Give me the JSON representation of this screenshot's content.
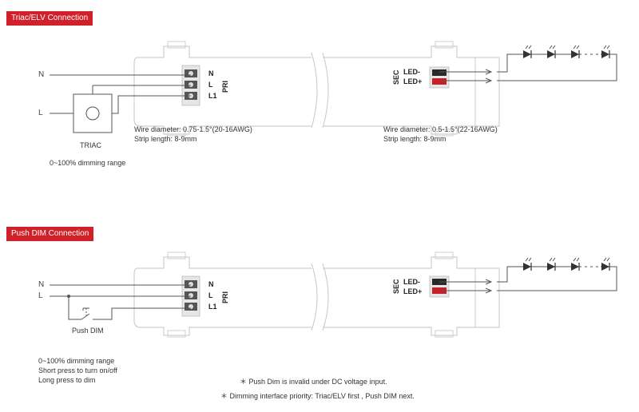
{
  "sections": [
    {
      "tag": "Triac/ELV Connection",
      "input_labels": [
        "N",
        "L"
      ],
      "switch_label": "TRIAC",
      "range_note": "0~100% dimming range",
      "extra_notes": [],
      "pri_terminals": [
        "N",
        "L",
        "L1"
      ],
      "pri_label": "PRI",
      "sec_label": "SEC",
      "sec_terminals": [
        "LED-",
        "LED+"
      ],
      "pri_wire_diameter": "Wire diameter: 0.75-1.5°(20-16AWG)",
      "pri_strip_length": "Strip length: 8-9mm",
      "sec_wire_diameter": "Wire diameter: 0.5-1.5°(22-16AWG)",
      "sec_strip_length": "Strip length: 8-9mm"
    },
    {
      "tag": "Push DIM Connection",
      "input_labels": [
        "N",
        "L"
      ],
      "switch_label": "Push DIM",
      "range_note": "0~100% dimming range",
      "extra_notes": [
        "Short press to turn on/off",
        "Long press to dim"
      ],
      "pri_terminals": [
        "N",
        "L",
        "L1"
      ],
      "pri_label": "PRI",
      "sec_label": "SEC",
      "sec_terminals": [
        "LED-",
        "LED+"
      ]
    }
  ],
  "footnotes": [
    "＊ Push Dim is invalid under DC voltage input.",
    "＊ Dimming interface priority: Triac/ELV first , Push DIM next."
  ],
  "colors": {
    "tag_background": "#d0202a",
    "led_plus_terminal": "#c8202a",
    "led_minus_terminal": "#2a2a2a",
    "driver_outline": "#cfcfcf",
    "wire": "#555555"
  },
  "icons": [
    "led-diode-icon",
    "push-switch-icon",
    "triac-knob-icon",
    "arrow-right-icon",
    "terminal-screw-icon"
  ]
}
